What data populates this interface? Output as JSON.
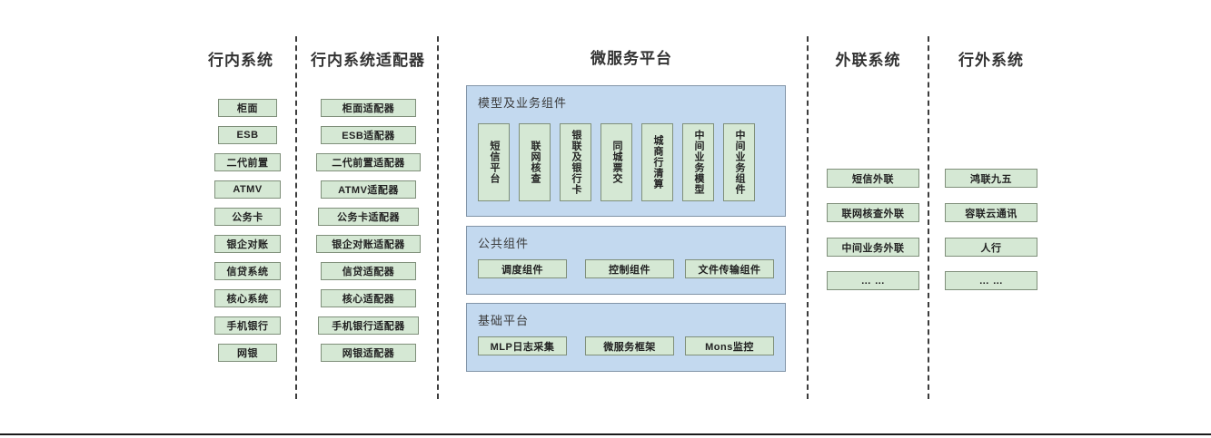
{
  "diagram": {
    "columns": [
      {
        "id": "internal-systems",
        "title": "行内系统",
        "items": [
          {
            "label": "柜面"
          },
          {
            "label": "ESB"
          },
          {
            "label": "二代前置"
          },
          {
            "label": "ATMV"
          },
          {
            "label": "公务卡"
          },
          {
            "label": "银企对账"
          },
          {
            "label": "信贷系统"
          },
          {
            "label": "核心系统"
          },
          {
            "label": "手机银行"
          },
          {
            "label": "网银"
          }
        ]
      },
      {
        "id": "internal-adapters",
        "title": "行内系统适配器",
        "items": [
          {
            "label": "柜面适配器"
          },
          {
            "label": "ESB适配器"
          },
          {
            "label": "二代前置适配器"
          },
          {
            "label": "ATMV适配器"
          },
          {
            "label": "公务卡适配器"
          },
          {
            "label": "银企对账适配器"
          },
          {
            "label": "信贷适配器"
          },
          {
            "label": "核心适配器"
          },
          {
            "label": "手机银行适配器"
          },
          {
            "label": "网银适配器"
          }
        ]
      },
      {
        "id": "microservice-platform",
        "title": "微服务平台",
        "panels": [
          {
            "id": "model-business-components",
            "title": "模型及业务组件",
            "orientation": "vertical",
            "items": [
              {
                "label": "短信平台"
              },
              {
                "label": "联网核查"
              },
              {
                "label": "银联及银行卡"
              },
              {
                "label": "同城票交"
              },
              {
                "label": "城商行清算"
              },
              {
                "label": "中间业务模型"
              },
              {
                "label": "中间业务组件"
              }
            ]
          },
          {
            "id": "public-components",
            "title": "公共组件",
            "orientation": "horizontal",
            "items": [
              {
                "label": "调度组件"
              },
              {
                "label": "控制组件"
              },
              {
                "label": "文件传输组件"
              }
            ]
          },
          {
            "id": "base-platform",
            "title": "基础平台",
            "orientation": "horizontal",
            "items": [
              {
                "label": "MLP日志采集"
              },
              {
                "label": "微服务框架"
              },
              {
                "label": "Mons监控"
              }
            ]
          }
        ]
      },
      {
        "id": "external-link-systems",
        "title": "外联系统",
        "items": [
          {
            "label": "短信外联"
          },
          {
            "label": "联网核查外联"
          },
          {
            "label": "中间业务外联"
          },
          {
            "label": "… …"
          }
        ]
      },
      {
        "id": "outside-bank-systems",
        "title": "行外系统",
        "items": [
          {
            "label": "鸿联九五"
          },
          {
            "label": "容联云通讯"
          },
          {
            "label": "人行"
          },
          {
            "label": "… …"
          }
        ]
      }
    ],
    "colors": {
      "node_fill": "#d5e8d4",
      "node_border": "#7f8f7a",
      "panel_fill": "#c3d9ef",
      "panel_border": "#8295a8",
      "separator": "#3c3c3c",
      "title_text": "#333333"
    }
  }
}
